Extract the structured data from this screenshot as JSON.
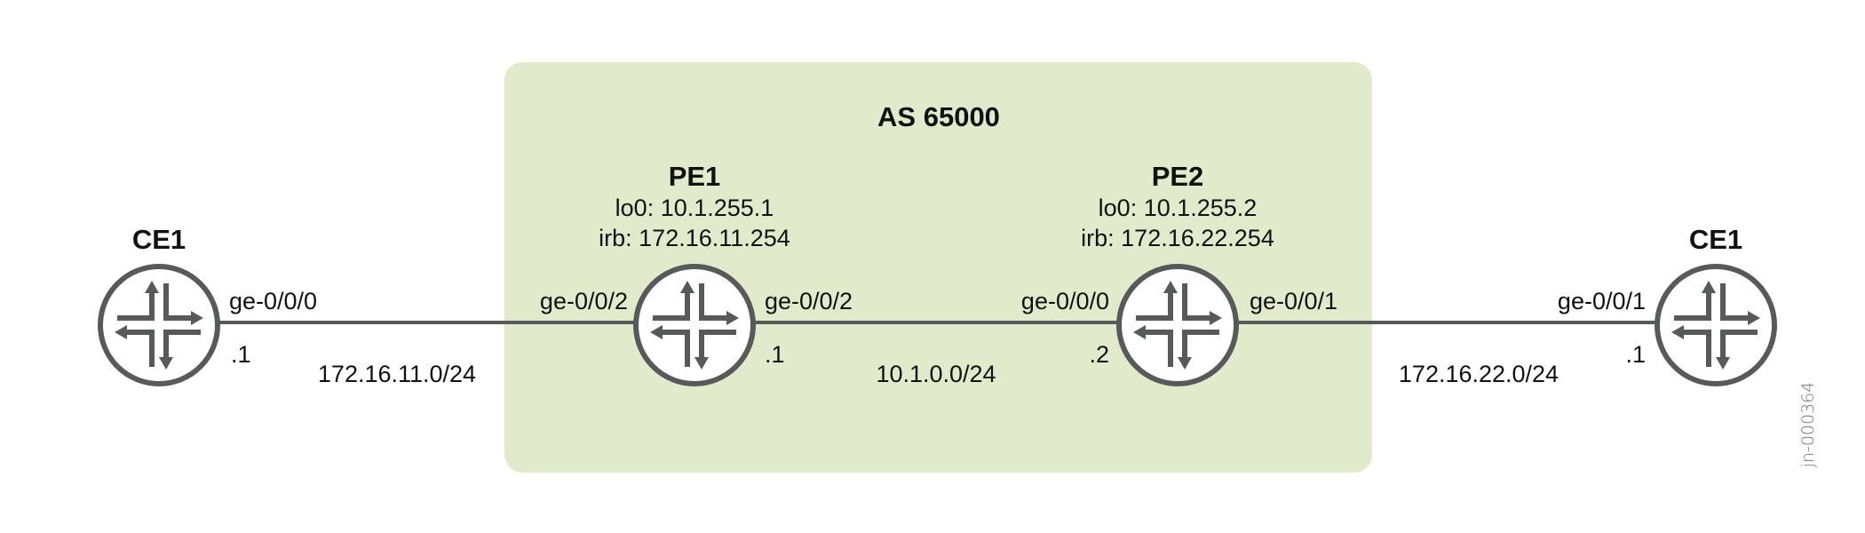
{
  "colors": {
    "as_box": "#e1ebcc",
    "line": "#58595b",
    "text": "#111111"
  },
  "as_box": {
    "label": "AS 65000"
  },
  "routers": [
    {
      "name": "CE1",
      "icon": "router-icon"
    },
    {
      "name": "PE1",
      "lo0": "lo0: 10.1.255.1",
      "irb": "irb: 172.16.11.254",
      "icon": "router-icon"
    },
    {
      "name": "PE2",
      "lo0": "lo0: 10.1.255.2",
      "irb": "irb: 172.16.22.254",
      "icon": "router-icon"
    },
    {
      "name": "CE1",
      "icon": "router-icon"
    }
  ],
  "links": [
    {
      "left_if": "ge-0/0/0",
      "left_addr": ".1",
      "right_if": "ge-0/0/2",
      "subnet": "172.16.11.0/24"
    },
    {
      "left_if": "ge-0/0/2",
      "left_addr": ".1",
      "right_if": "ge-0/0/0",
      "right_addr": ".2",
      "subnet": "10.1.0.0/24"
    },
    {
      "left_if": "ge-0/0/1",
      "right_if": "ge-0/0/1",
      "right_addr": ".1",
      "subnet": "172.16.22.0/24"
    }
  ],
  "figure_id": "jn-000364"
}
